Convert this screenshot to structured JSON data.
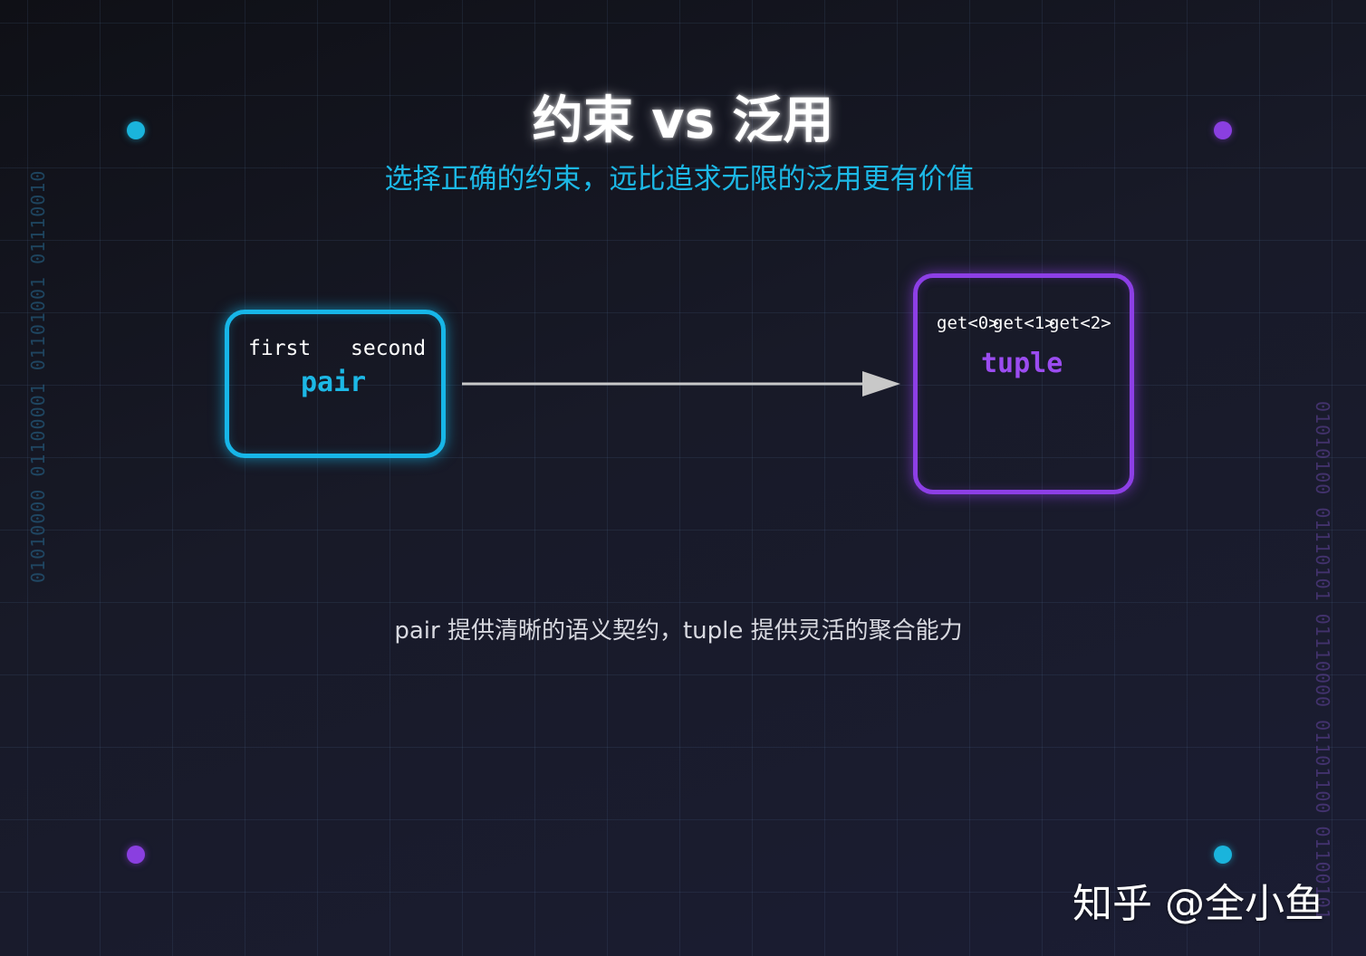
{
  "title": "约束 vs 泛用",
  "subtitle": "选择正确的约束，远比追求无限的泛用更有价值",
  "pair_box": {
    "label": "pair",
    "fields": [
      "first",
      "second"
    ],
    "color": "#17b6e8"
  },
  "tuple_box": {
    "label": "tuple",
    "getters": [
      "get<0>",
      "get<1>",
      "get<2>"
    ],
    "color": "#8d3fe6"
  },
  "caption": "pair 提供清晰的语义契约，tuple 提供灵活的聚合能力",
  "binary_left": "01010000 01100001 01101001 01110010",
  "binary_right": "01010100 01110101 01110000 01101100 01100101",
  "watermark": "知乎 @全小鱼",
  "colors": {
    "background": "#15161f",
    "accent_cyan": "#1cb8e6",
    "accent_purple": "#8d3fe6",
    "arrow": "#c8c8c8"
  }
}
